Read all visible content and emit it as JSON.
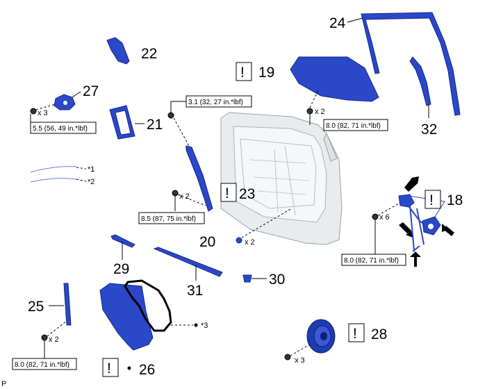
{
  "callouts": {
    "caution": "!",
    "c18": "18",
    "c19": "19",
    "c20": "20",
    "c21": "21",
    "c22": "22",
    "c23": "23",
    "c24": "24",
    "c25": "25",
    "c26": "26",
    "c27": "27",
    "c28": "28",
    "c29": "29",
    "c30": "30",
    "c31": "31",
    "c32": "32"
  },
  "torques": {
    "t19": "8.0 (82, 71 in.*lbf)",
    "t27": "5.5 (56, 49 in.*lbf)",
    "t23a": "3.1 (32, 27 in.*lbf)",
    "t23b": "8.5 (87, 75 in.*lbf)",
    "t18": "8.0 (82, 71 in.*lbf)",
    "t25": "8.0 (82, 71 in.*lbf)"
  },
  "qty": {
    "x2": "x 2",
    "x3": "x 3",
    "x6": "x 6"
  },
  "notes": {
    "n1": "*1",
    "n2": "*2",
    "n3": "*3"
  },
  "corner": "P",
  "colors": {
    "part": "#2a48c8",
    "outline": "#12288a"
  }
}
